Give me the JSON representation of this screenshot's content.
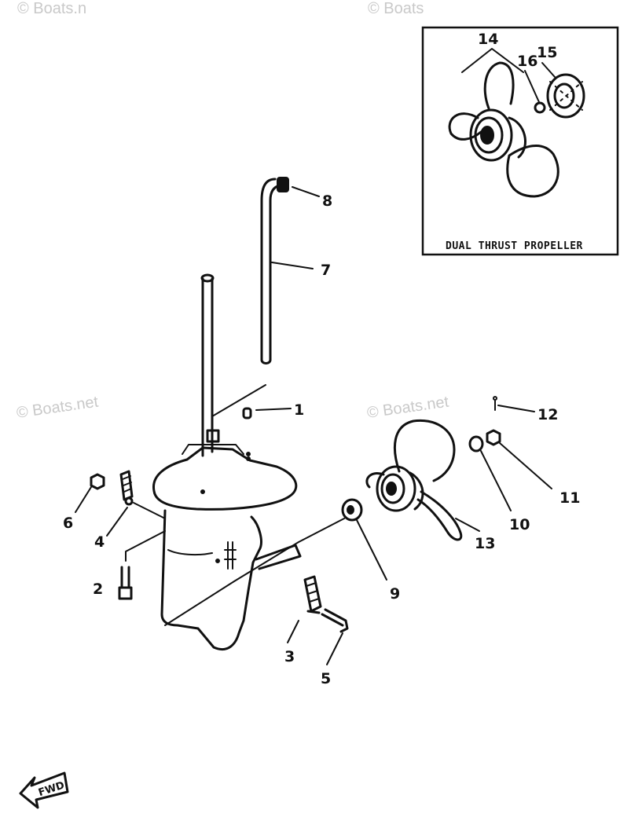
{
  "watermark": {
    "text": "© Boats.net",
    "text_top_left": "© Boats.n",
    "text_top_right": "© Boats",
    "color": "#c9c9c9"
  },
  "inset": {
    "caption": "DUAL THRUST PROPELLER",
    "labels": [
      "14",
      "15",
      "16"
    ]
  },
  "callouts": [
    "1",
    "2",
    "3",
    "4",
    "5",
    "6",
    "7",
    "8",
    "9",
    "10",
    "11",
    "12",
    "13"
  ],
  "fwd_label": "FWD",
  "colors": {
    "ink": "#111111",
    "paper": "#ffffff",
    "watermark": "#c9c9c9"
  }
}
